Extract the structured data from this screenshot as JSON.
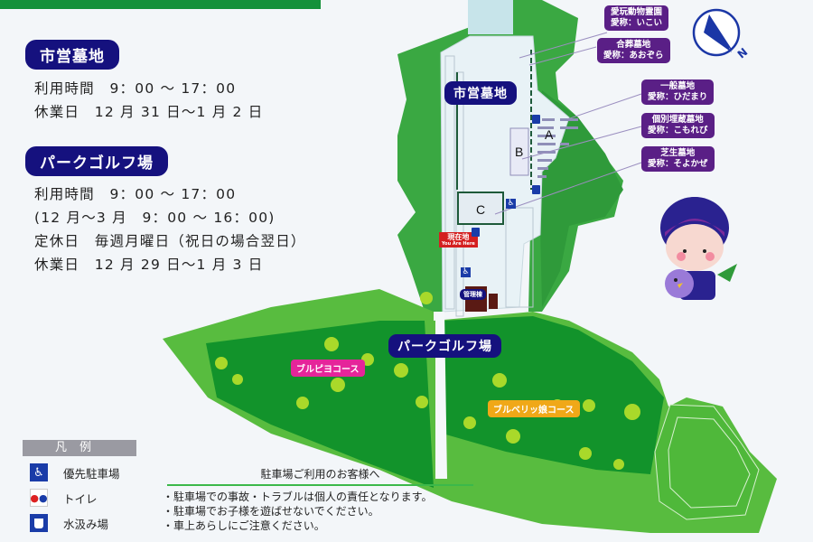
{
  "cemetery": {
    "title": "市営墓地",
    "hours": "利用時間　9：00 ～ 17：00",
    "closed": "休業日　12 月 31 日～1 月 2 日"
  },
  "park_golf": {
    "title": "パークゴルフ場",
    "hours": "利用時間　9：00 ～ 17：00",
    "winter_hours": "(12 月～3 月　9：00 ～ 16：00)",
    "regular_holiday": "定休日　毎週月曜日（祝日の場合翌日）",
    "closed": "休業日　12 月 29 日～1 月 3 日"
  },
  "map": {
    "cemetery_label": "市営墓地",
    "park_golf_label": "パークゴルフ場",
    "section_a": "A",
    "section_b": "B",
    "section_c": "C",
    "you_are_here": "現在地",
    "you_are_here_en": "You Are Here",
    "management_building": "管理棟",
    "course_1": "ブルピヨコース",
    "course_2": "ブルベリッ娘コース",
    "compass_label": "N",
    "callouts": [
      {
        "line1": "愛玩動物霊園",
        "line2": "愛称：いこい"
      },
      {
        "line1": "合葬墓地",
        "line2": "愛称：あおぞら"
      },
      {
        "line1": "一般墓地",
        "line2": "愛称：ひだまり"
      },
      {
        "line1": "個別埋蔵墓地",
        "line2": "愛称：こもれび"
      },
      {
        "line1": "芝生墓地",
        "line2": "愛称：そよかぜ"
      }
    ]
  },
  "legend": {
    "title": "凡例",
    "items": [
      {
        "icon": "accessible-parking-icon",
        "label": "優先駐車場"
      },
      {
        "icon": "restroom-icon",
        "label": "トイレ"
      },
      {
        "icon": "water-bucket-icon",
        "label": "水汲み場"
      }
    ]
  },
  "notice": {
    "title": "駐車場ご利用のお客様へ",
    "lines": [
      "・駐車場での事故・トラブルは個人の責任となります。",
      "・駐車場でお子様を遊ばせないでください。",
      "・車上あらしにご注意ください。"
    ]
  },
  "colors": {
    "navy": "#15117e",
    "purple": "#5a1f86",
    "green_dark": "#139a2c",
    "green_mid": "#3fae3a",
    "green_light": "#5cc03f",
    "course_pink": "#e5259a",
    "course_orange": "#f0a818"
  }
}
